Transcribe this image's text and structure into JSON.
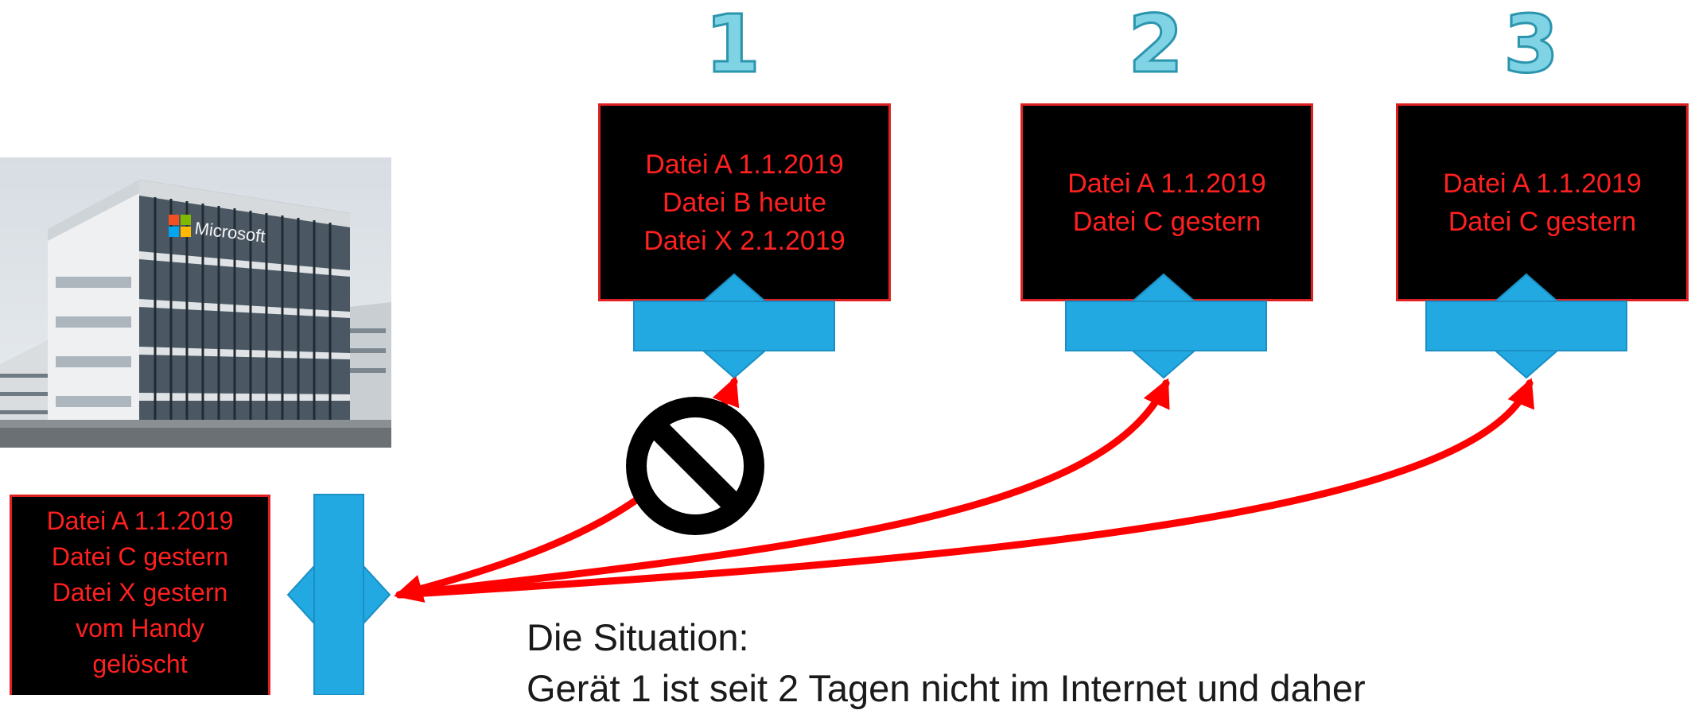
{
  "devices": [
    {
      "number": "1",
      "files": [
        "Datei A 1.1.2019",
        "Datei B heute",
        "Datei X 2.1.2019"
      ]
    },
    {
      "number": "2",
      "files": [
        "Datei A 1.1.2019",
        "Datei C gestern"
      ]
    },
    {
      "number": "3",
      "files": [
        "Datei A 1.1.2019",
        "Datei C gestern"
      ]
    }
  ],
  "cloud": {
    "building_logo_text": "Microsoft",
    "files": [
      "Datei A 1.1.2019",
      "Datei C gestern",
      "Datei X gestern",
      "vom Handy",
      "gelöscht"
    ]
  },
  "situation": {
    "heading": "Die Situation:",
    "text": "Gerät 1 ist seit 2 Tagen nicht im Internet und daher"
  },
  "colors": {
    "box_fill": "#000000",
    "box_border": "#e02020",
    "file_text": "#ff2020",
    "connector_blue": "#22a9e1",
    "arrow_red": "#ff0000",
    "number_fill": "#7fd3e4"
  },
  "icons": [
    "blocked-icon",
    "sync-connector-icon",
    "building-photo"
  ]
}
